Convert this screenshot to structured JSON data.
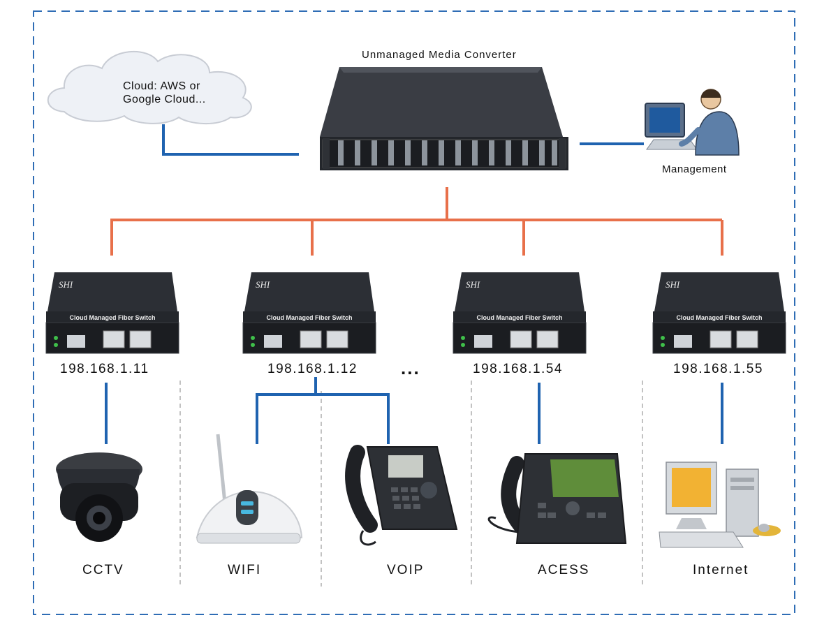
{
  "converter": {
    "title": "Unmanaged Media Converter"
  },
  "cloud": {
    "line1": "Cloud: AWS or",
    "line2": "Google Cloud..."
  },
  "management": {
    "label": "Management"
  },
  "switches": [
    {
      "brand": "SHI",
      "name": "Cloud Managed Fiber Switch",
      "ip": "198.168.1.11"
    },
    {
      "brand": "SHI",
      "name": "Cloud Managed Fiber Switch",
      "ip": "198.168.1.12"
    },
    {
      "brand": "SHI",
      "name": "Cloud Managed Fiber Switch",
      "ip": "198.168.1.54"
    },
    {
      "brand": "SHI",
      "name": "Cloud Managed Fiber Switch",
      "ip": "198.168.1.55"
    }
  ],
  "ellipsis": "...",
  "devices": [
    {
      "label": "CCTV"
    },
    {
      "label": "WIFI"
    },
    {
      "label": "VOIP"
    },
    {
      "label": "ACESS"
    },
    {
      "label": "Internet"
    }
  ],
  "colors": {
    "frame_dash": "#2f6db5",
    "uplink_blue": "#1f63b0",
    "trunk_orange": "#e8704a",
    "separator_gray": "#9a9a9a",
    "device_dark": "#2a2d33"
  }
}
